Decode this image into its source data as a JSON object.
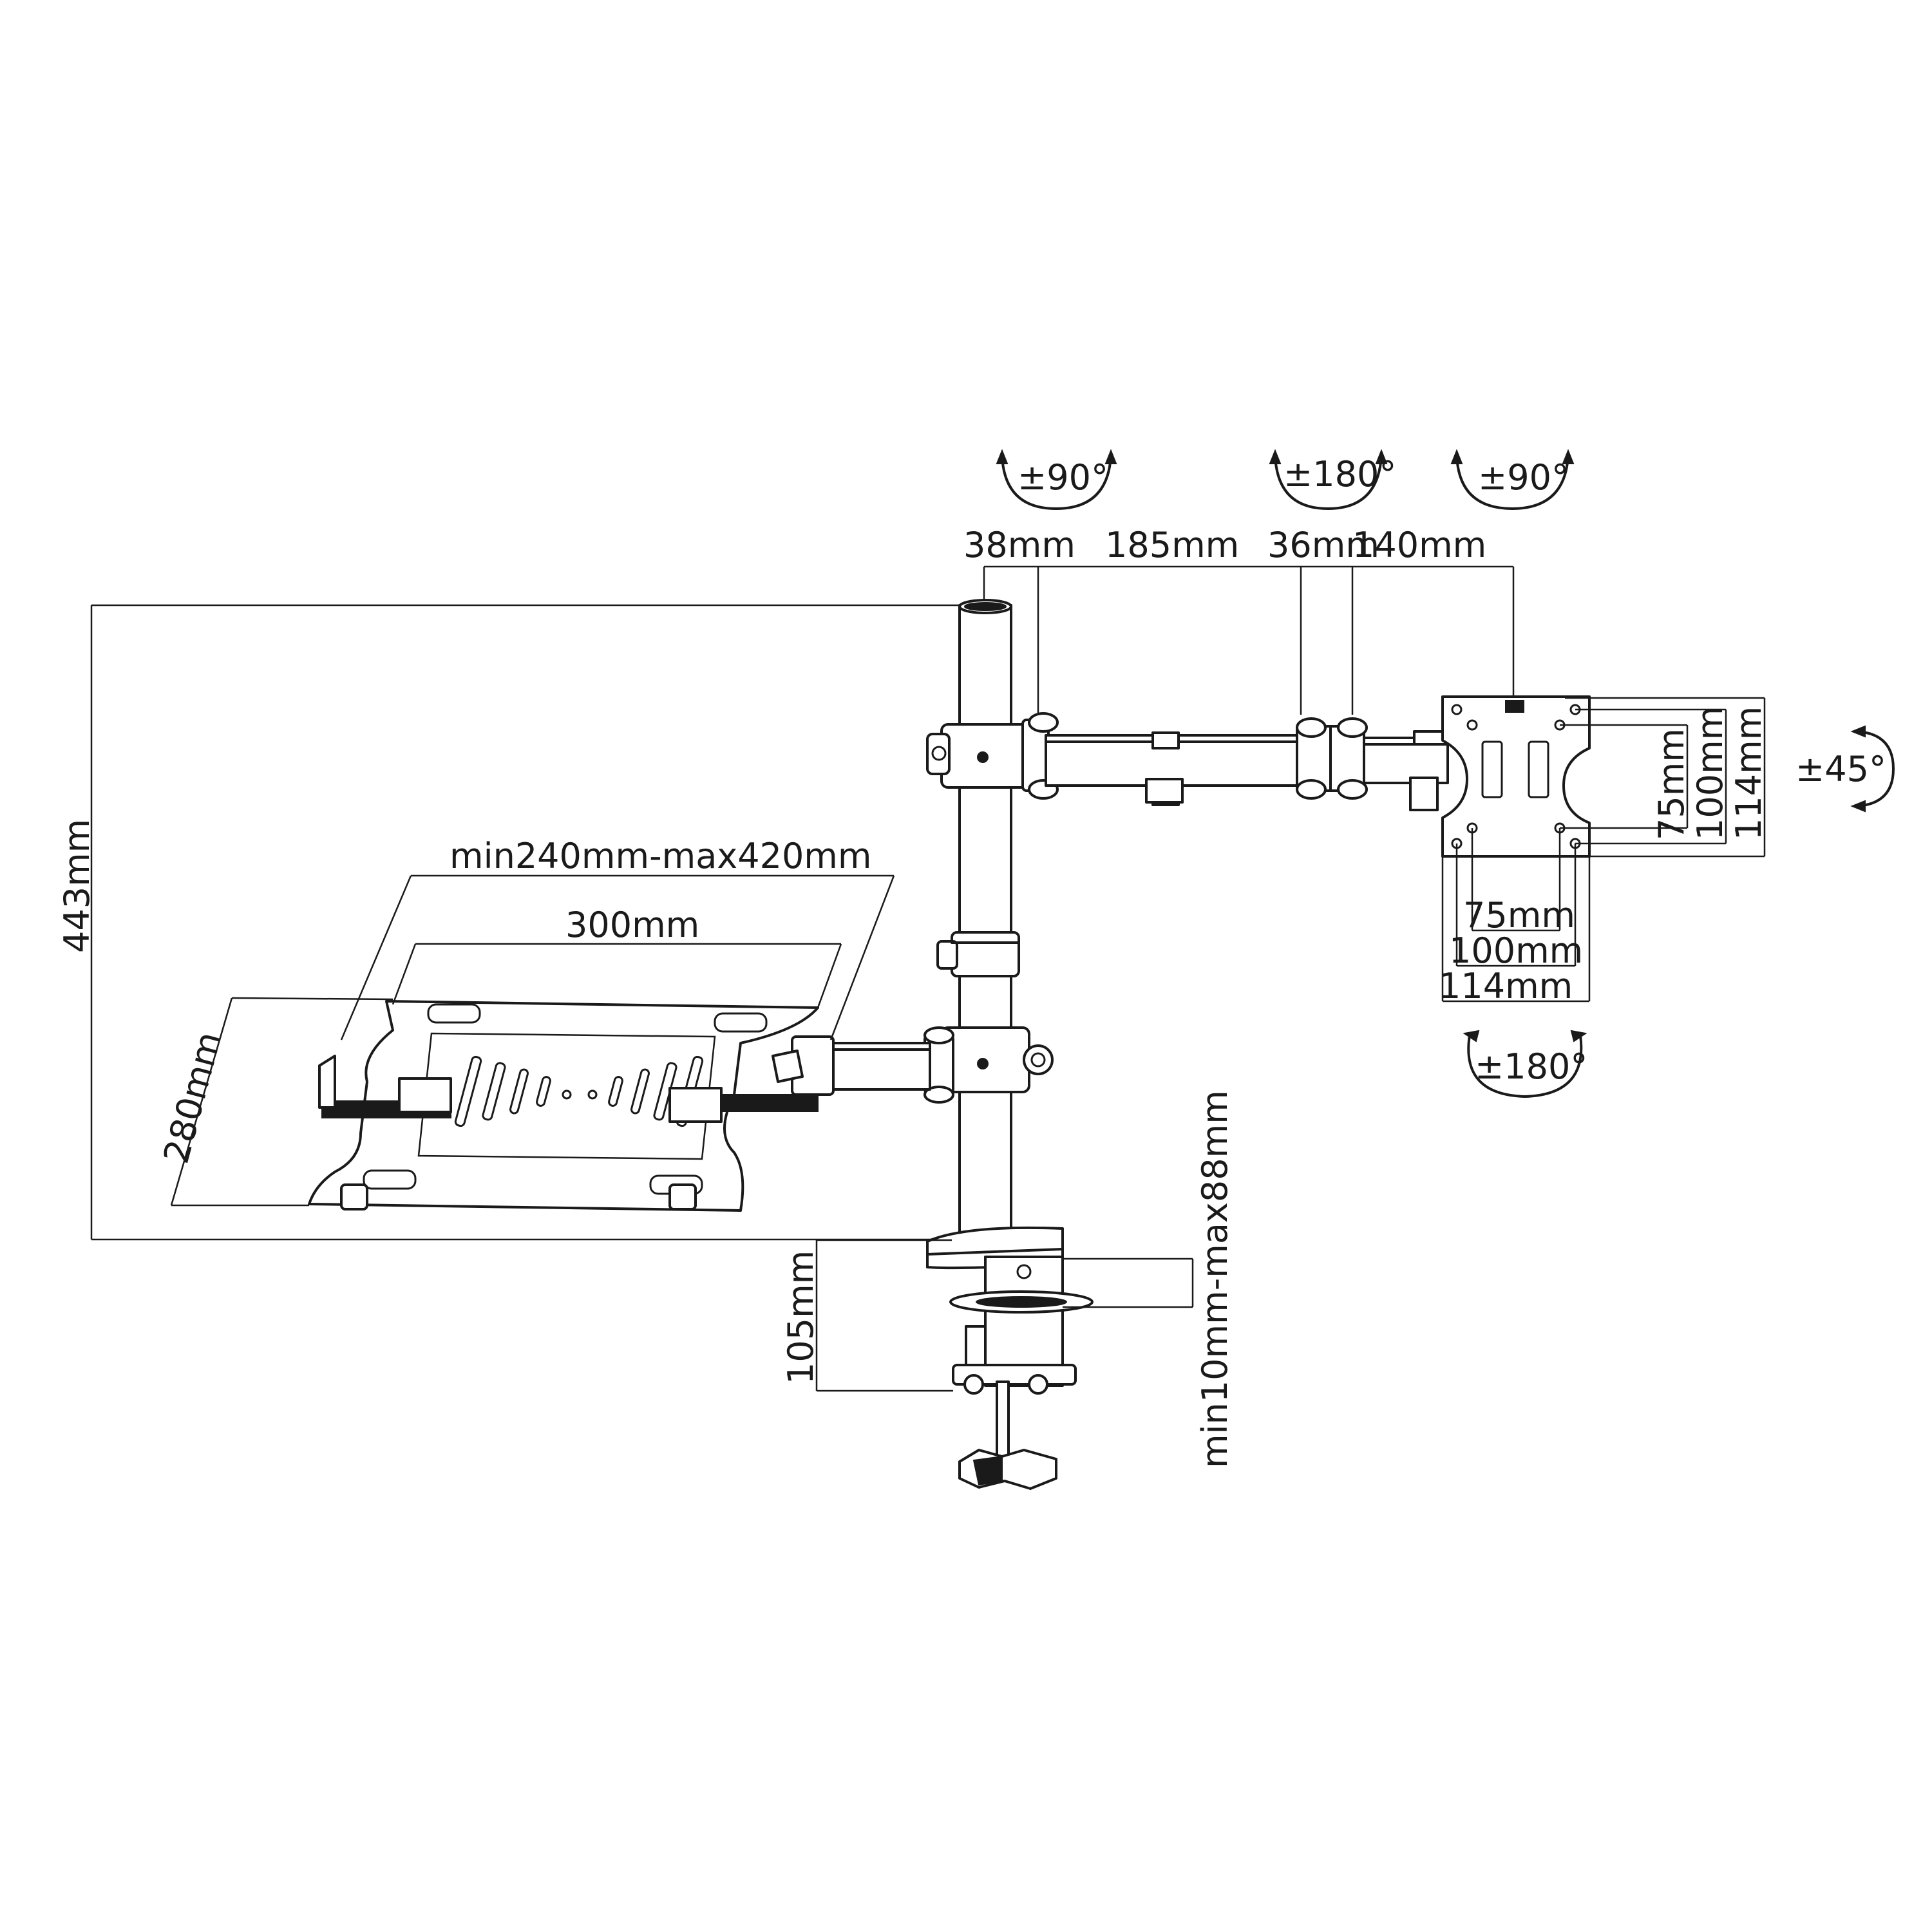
{
  "rotation_labels": {
    "pole_top": "±90°",
    "arm_joint": "±180°",
    "head_tilt": "±90°",
    "head_swivel": "±45°",
    "head_rotate": "±180°"
  },
  "arm_dimensions": {
    "d1": "38mm",
    "d2": "185mm",
    "d3": "36mm",
    "d4": "140mm"
  },
  "vesa_dimensions": {
    "v75h": "75mm",
    "v100h": "100mm",
    "v114h": "114mm",
    "v75w": "75mm",
    "v100w": "100mm",
    "v114w": "114mm"
  },
  "overall": {
    "height": "443mm"
  },
  "laptop_tray": {
    "width_range": "min240mm-max420mm",
    "width": "300mm",
    "depth": "280mm"
  },
  "clamp": {
    "height": "105mm",
    "desk_thickness": "min10mm-max88mm"
  }
}
